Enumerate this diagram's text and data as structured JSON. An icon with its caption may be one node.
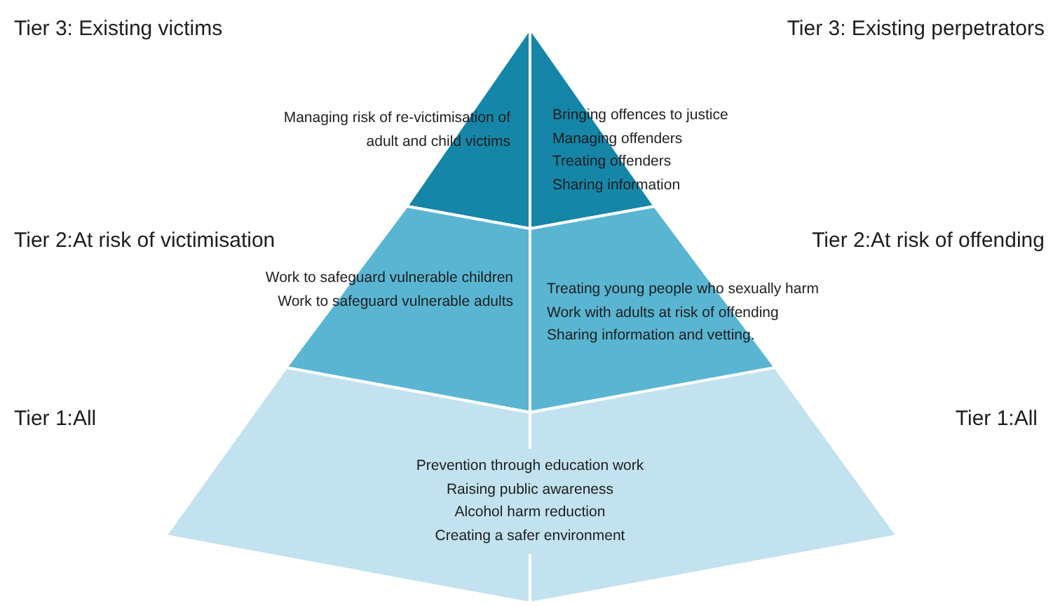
{
  "diagram": {
    "nodes": [
      {
        "text": [
          "Managing risk of re-victimisation of adult and child victims"
        ]
      },
      {
        "text": [
          "Bringing offences to justice",
          "Managing offenders",
          "Treating offenders",
          "Sharing information"
        ]
      },
      {
        "text": [
          "Work to safeguard vulnerable children",
          "Work to safeguard vulnerable adults"
        ]
      },
      {
        "text": [
          "Treating young people who sexually harm",
          "Work with adults at risk of offending",
          "Sharing information and vetting."
        ]
      },
      {
        "text": [
          "Prevention through education work",
          "Raising public awareness",
          "Alcohol harm reduction",
          "Creating a safer environment"
        ]
      }
    ],
    "labels": [
      "Tier 3: Existing victims",
      "Tier 3: Existing perpetrators",
      "Tier 2:At risk of victimisation",
      "Tier 2:At risk of offending",
      "Tier 1:All",
      "Tier 1:All"
    ]
  }
}
